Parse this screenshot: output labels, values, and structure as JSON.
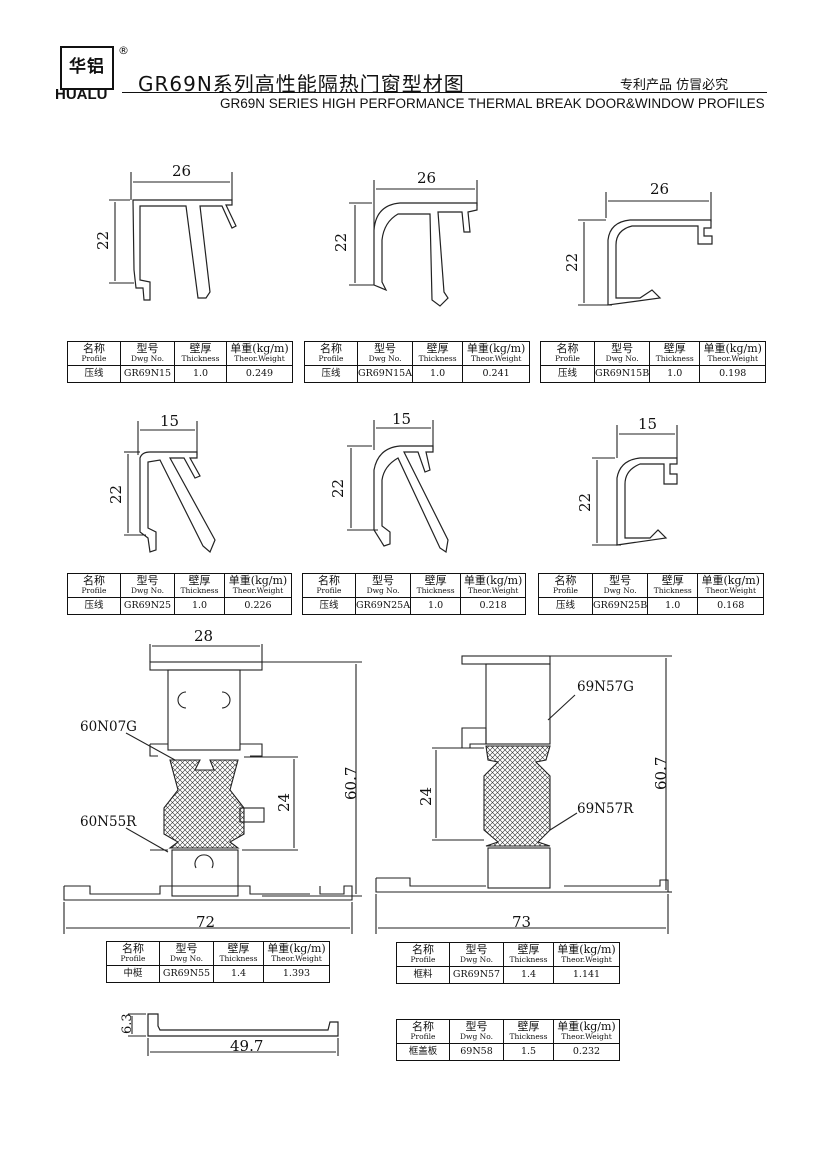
{
  "header": {
    "logo_cn": "华铝",
    "logo_en": "HUALU",
    "registered": "®",
    "title_cn": "GR69N系列高性能隔热门窗型材图",
    "title_en": "GR69N SERIES HIGH PERFORMANCE THERMAL BREAK DOOR&WINDOW PROFILES",
    "notice": "专利产品  仿冒必究"
  },
  "table_headers": {
    "name_cn": "名称",
    "name_en": "Profile",
    "dwg_cn": "型号",
    "dwg_en": "Dwg No.",
    "thick_cn": "壁厚",
    "thick_en": "Thickness",
    "weight_cn": "单重(kg/m)",
    "weight_en": "Theor.Weight"
  },
  "profiles": [
    {
      "name": "压线",
      "dwg": "GR69N15",
      "thickness": "1.0",
      "weight": "0.249"
    },
    {
      "name": "压线",
      "dwg": "GR69N15A",
      "thickness": "1.0",
      "weight": "0.241"
    },
    {
      "name": "压线",
      "dwg": "GR69N15B",
      "thickness": "1.0",
      "weight": "0.198"
    },
    {
      "name": "压线",
      "dwg": "GR69N25",
      "thickness": "1.0",
      "weight": "0.226"
    },
    {
      "name": "压线",
      "dwg": "GR69N25A",
      "thickness": "1.0",
      "weight": "0.218"
    },
    {
      "name": "压线",
      "dwg": "GR69N25B",
      "thickness": "1.0",
      "weight": "0.168"
    },
    {
      "name": "中梃",
      "dwg": "GR69N55",
      "thickness": "1.4",
      "weight": "1.393"
    },
    {
      "name": "框料",
      "dwg": "GR69N57",
      "thickness": "1.4",
      "weight": "1.141"
    },
    {
      "name": "框盖板",
      "dwg": "69N58",
      "thickness": "1.5",
      "weight": "0.232"
    }
  ],
  "dimensions": {
    "d26": "26",
    "d22": "22",
    "d15": "15",
    "d28": "28",
    "d60_7": "60.7",
    "d24": "24",
    "d72": "72",
    "d73": "73",
    "d6_3": "6.3",
    "d49_7": "49.7"
  },
  "callouts": {
    "c1": "60N07G",
    "c2": "60N55R",
    "c3": "69N57G",
    "c4": "69N57R"
  }
}
